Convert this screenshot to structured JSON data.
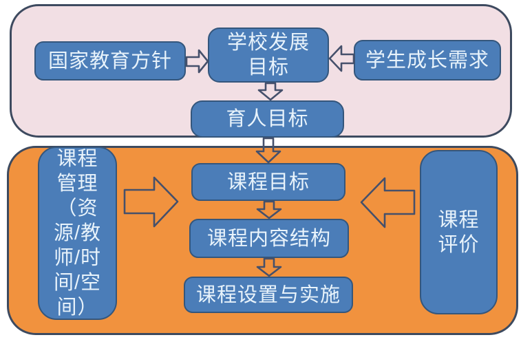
{
  "colors": {
    "page-bg": "#ffffff",
    "panel-top-bg": "#f2dfe4",
    "panel-bottom-bg": "#f1923e",
    "panel-border": "#3d4a5f",
    "box-bg": "#4b7db8",
    "box-border": "#34567c",
    "box-text": "#e8f3fb",
    "arrow-outline": "#45506b"
  },
  "nodes": {
    "national_policy": {
      "label": "国家教育方针"
    },
    "school_development_goal": {
      "label": "学校发展\n目标"
    },
    "student_growth_needs": {
      "label": "学生成长需求"
    },
    "education_goal": {
      "label": "育人目标"
    },
    "curriculum_management": {
      "label": "课程\n管理\n（资\n源/教\n师/时\n间/空\n间）"
    },
    "curriculum_goal": {
      "label": "课程目标"
    },
    "curriculum_content_structure": {
      "label": "课程内容结构"
    },
    "curriculum_implementation": {
      "label": "课程设置与实施"
    },
    "curriculum_evaluation": {
      "label": "课程\n评价"
    }
  },
  "arrows": [
    {
      "name": "arrow-policy-to-school-goal",
      "direction": "right"
    },
    {
      "name": "arrow-needs-to-school-goal",
      "direction": "left"
    },
    {
      "name": "arrow-school-goal-to-education-goal",
      "direction": "down"
    },
    {
      "name": "arrow-education-goal-to-curriculum-goal",
      "direction": "down"
    },
    {
      "name": "arrow-management-to-center",
      "direction": "right"
    },
    {
      "name": "arrow-evaluation-to-center",
      "direction": "left"
    },
    {
      "name": "arrow-curriculum-goal-to-content",
      "direction": "down"
    },
    {
      "name": "arrow-content-to-implementation",
      "direction": "down"
    }
  ]
}
